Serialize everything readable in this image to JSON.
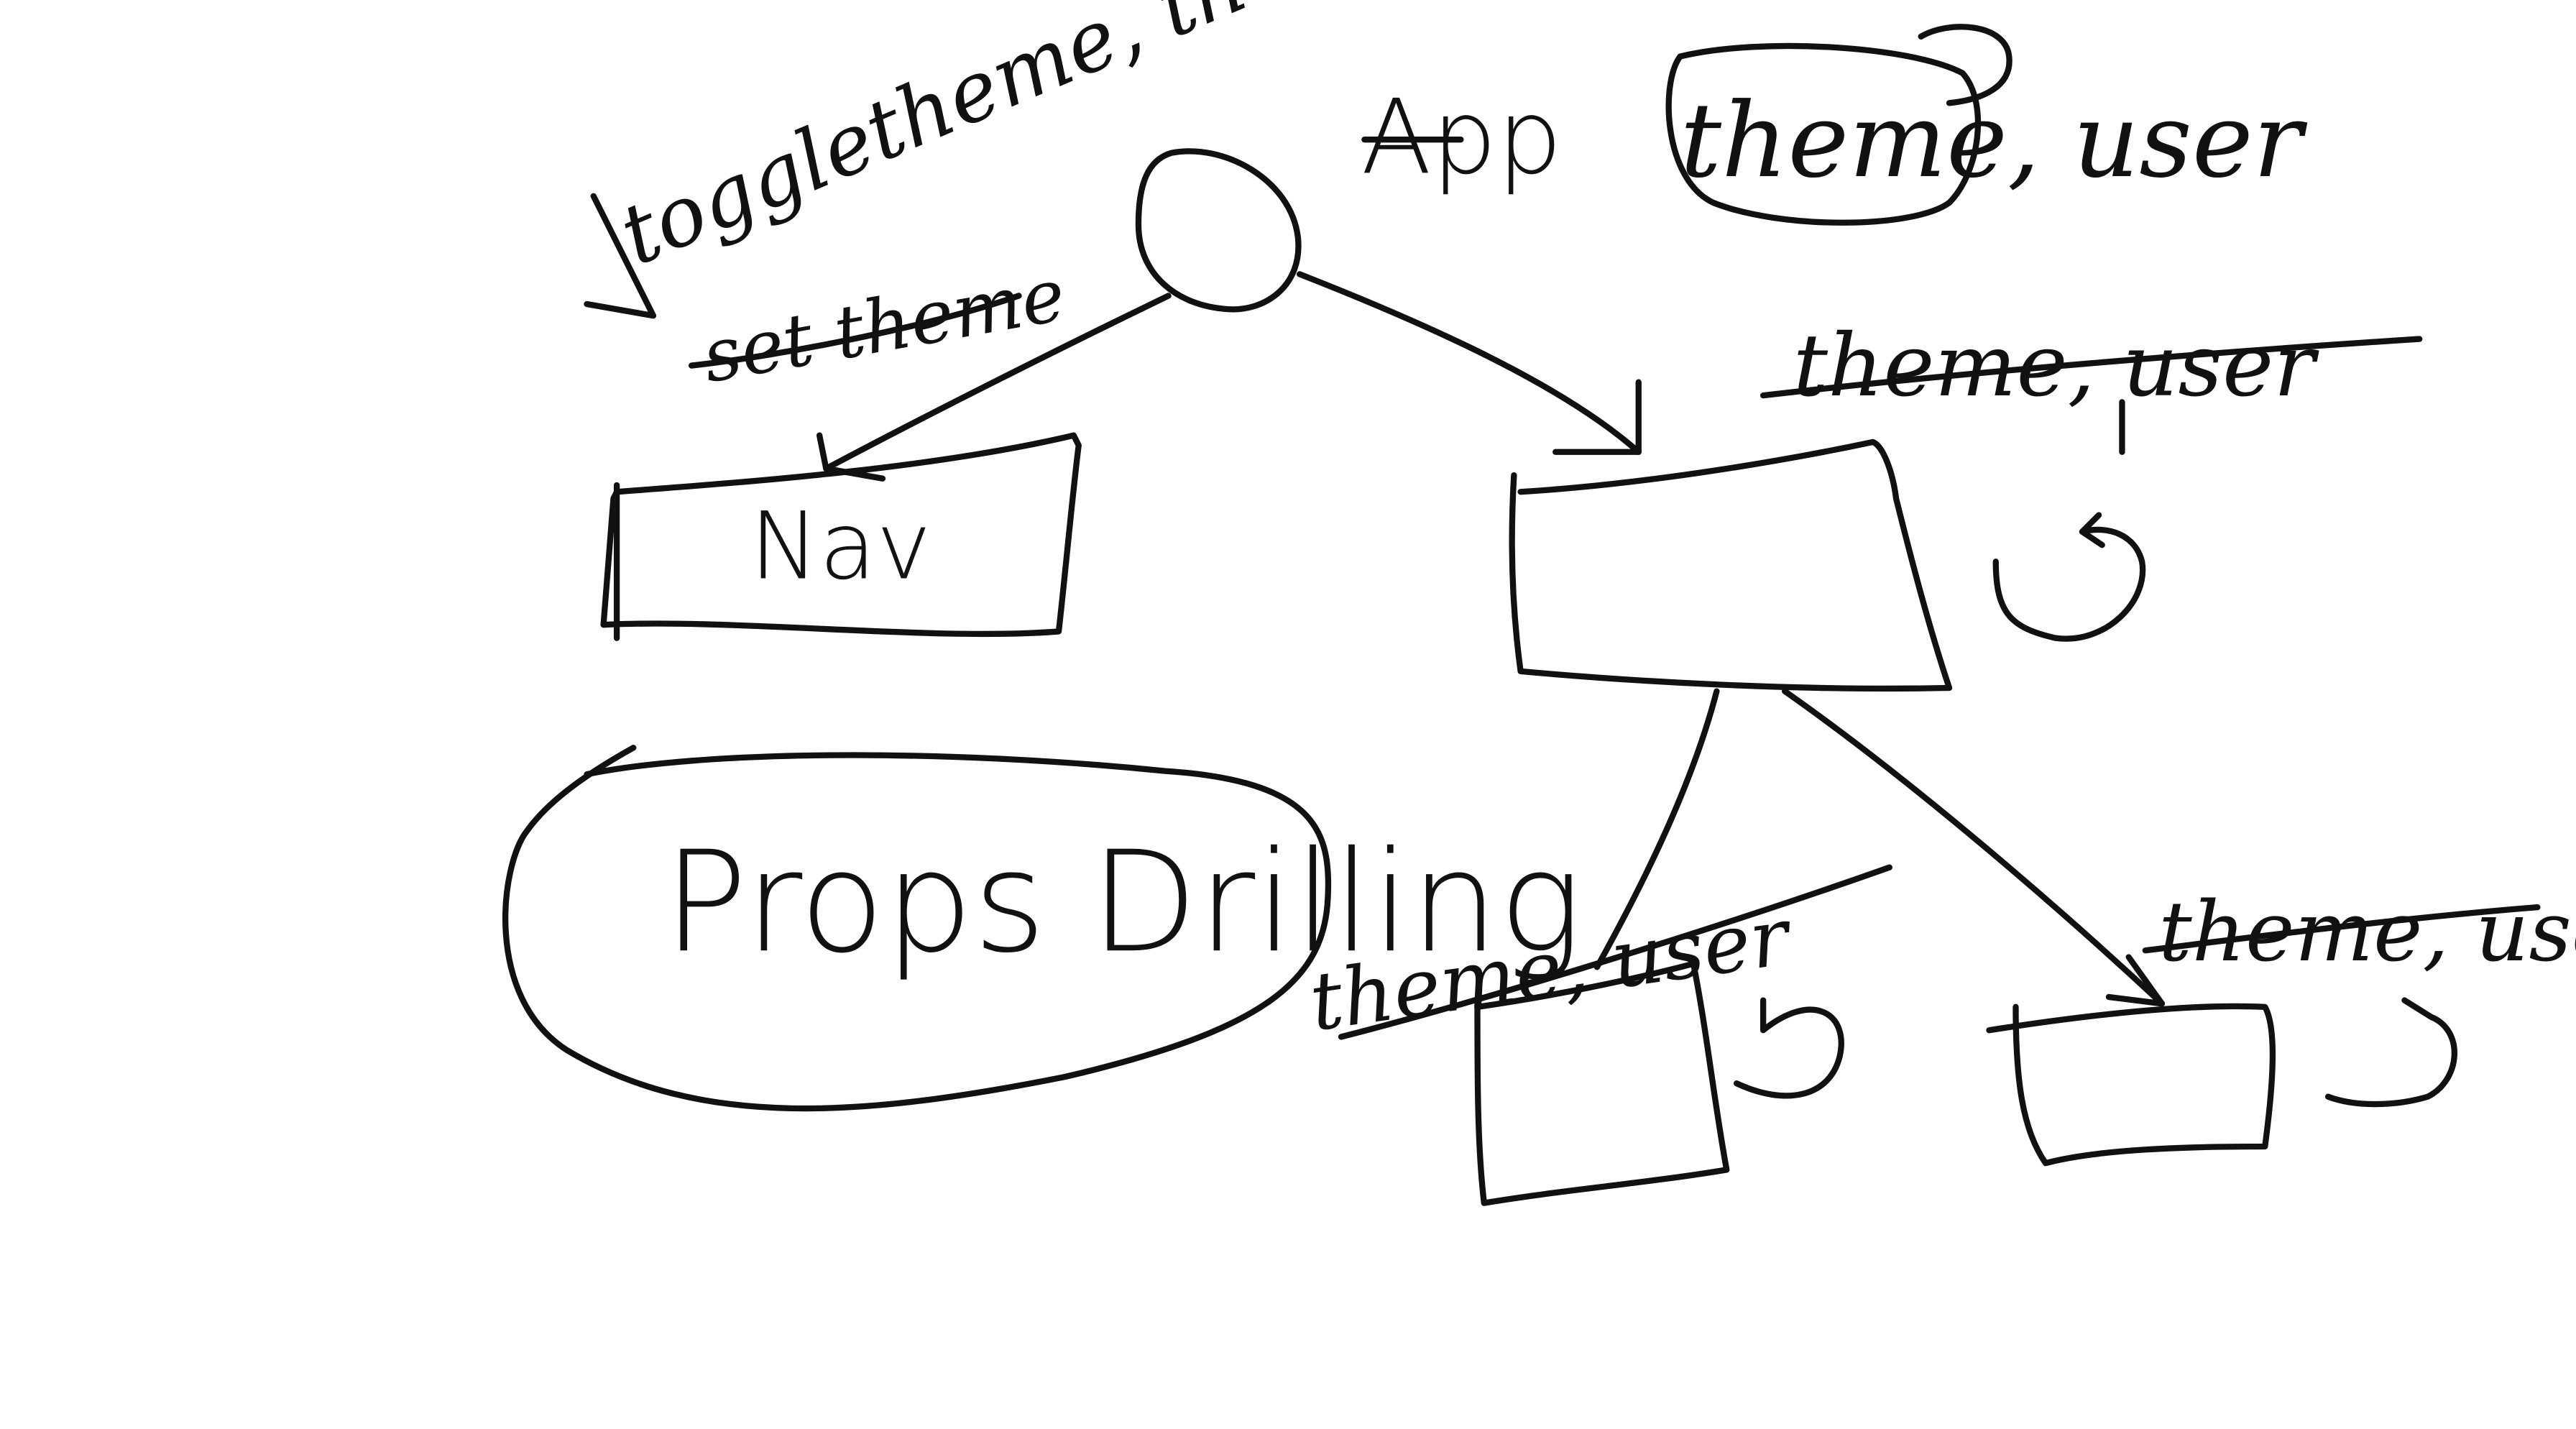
{
  "labels": {
    "app": "App",
    "app_state": "toggletheme, theme",
    "app_state_struck": "set theme",
    "context_note": "theme, user",
    "nav": "Nav",
    "right_child_props": "theme, user",
    "left_grandchild_props": "theme, user",
    "right_grandchild_props": "theme, user",
    "caption": "Props Drilling"
  },
  "icons": {
    "rerender_icons": [
      "rerender-arrow-icon",
      "rerender-arrow-icon",
      "rerender-arrow-icon"
    ]
  },
  "ink_color": "#111111",
  "background_color": "#ffffff"
}
